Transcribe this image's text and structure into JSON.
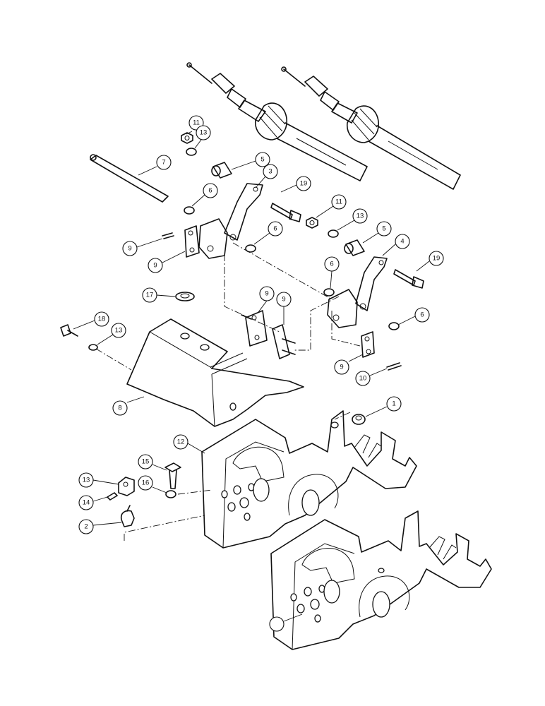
{
  "diagram": {
    "callouts": [
      "11",
      "13",
      "7",
      "5",
      "3",
      "19",
      "6",
      "6",
      "9",
      "9",
      "11",
      "13",
      "5",
      "4",
      "19",
      "6",
      "6",
      "17",
      "9",
      "18",
      "13",
      "9",
      "9",
      "10",
      "8",
      "1",
      "12",
      "15",
      "13",
      "16",
      "14",
      "2"
    ]
  }
}
